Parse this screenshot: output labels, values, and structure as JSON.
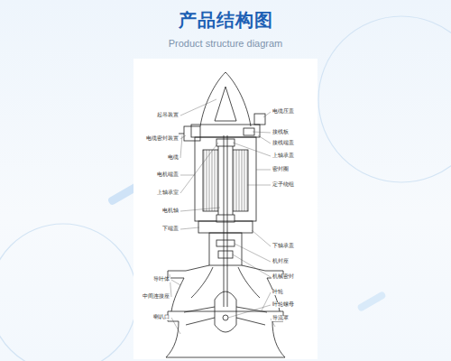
{
  "diagram": {
    "title": "产品结构图",
    "labels": [
      "Product structure diagram",
      "起吊装置",
      "电缆密封装置",
      "电缆",
      "电机端盖",
      "上轴承室",
      "电机轴",
      "下端盖",
      "导叶体",
      "中间连接座",
      "喇叭口",
      "电缆压盖",
      "接线板",
      "接线端盖",
      "上轴承盖",
      "密封圈",
      "定子绕组",
      "下轴承盖",
      "机封座",
      "机械密封",
      "叶轮",
      "叶轮螺母",
      "导流罩"
    ]
  }
}
